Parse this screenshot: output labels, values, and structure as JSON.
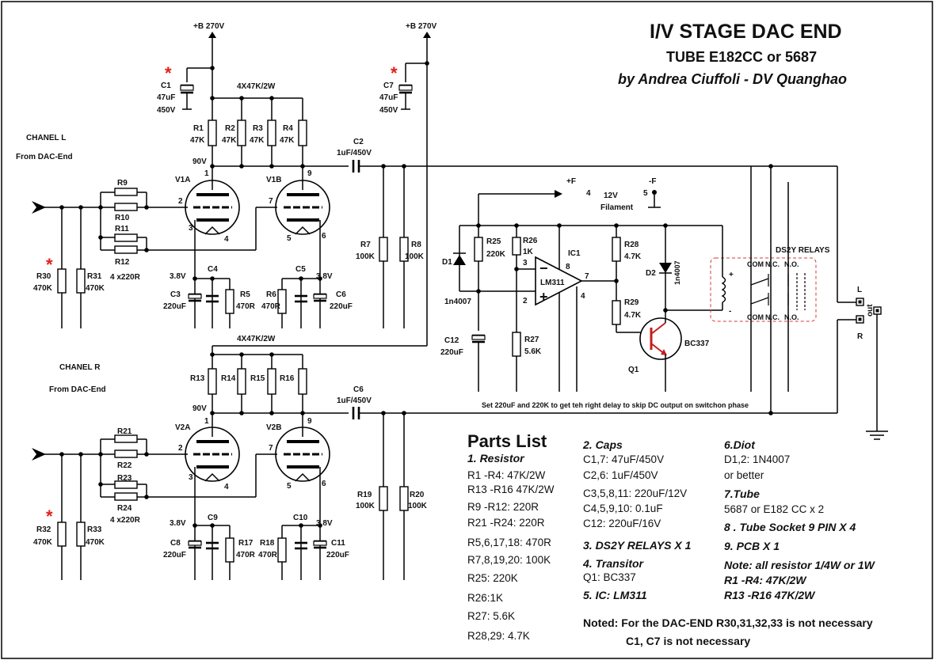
{
  "title": {
    "line1": "I/V STAGE DAC  END",
    "line2": "TUBE E182CC or 5687",
    "line3": "by Andrea Ciuffoli - DV Quanghao"
  },
  "supply": {
    "b_plus_left": "+B 270V",
    "b_plus_right": "+B 270V",
    "pos_f": "+F",
    "pos_f_pin": "4",
    "neg_f": "-F",
    "neg_f_pin": "5",
    "filament": "12V\nFilament"
  },
  "marker_star": "*",
  "channels": {
    "left": {
      "name": "CHANEL L",
      "source": "From DAC-End"
    },
    "right": {
      "name": "CHANEL R",
      "source": "From DAC-End"
    }
  },
  "components": {
    "C1": "C1",
    "C1_val": "47uF\n450V",
    "C7": "C7",
    "C7_val": "47uF\n450V",
    "r_plate_top": "4X47K/2W",
    "r_plate_bot": "4X47K/2W",
    "R1": "R1",
    "R2": "R2",
    "R3": "R3",
    "R4": "R4",
    "R_47k": "47K",
    "R13": "R13",
    "R14": "R14",
    "R15": "R15",
    "R16": "R16",
    "volt_90": "90V",
    "volt_38": "3.8V",
    "C2": "C2",
    "C2_val": "1uF/450V",
    "C6b": "C6",
    "C6b_val": "1uF/450V",
    "V1A": "V1A",
    "V1B": "V1B",
    "V2A": "V2A",
    "V2B": "V2B",
    "R9": "R9",
    "R10": "R10",
    "R11": "R11",
    "R12": "R12",
    "R9_12_val": "4 x220R",
    "R21": "R21",
    "R22": "R22",
    "R23": "R23",
    "R24": "R24",
    "R21_24_val": "4 x220R",
    "R30": "R30",
    "R31": "R31",
    "R32": "R32",
    "R33": "R33",
    "R_470k": "470K",
    "C3": "C3",
    "C4": "C4",
    "C5": "C5",
    "C6": "C6",
    "C_220": "220uF",
    "R5": "R5",
    "R6": "R6",
    "R_470R": "470R",
    "C8": "C8",
    "C9": "C9",
    "C10": "C10",
    "C11": "C11",
    "R17": "R17",
    "R18": "R18",
    "R7": "R7",
    "R8": "R8",
    "R19": "R19",
    "R20": "R20",
    "R_100k": "100K",
    "pin1": "1",
    "pin2": "2",
    "pin3": "3",
    "pin4": "4",
    "pin5": "5",
    "pin6": "6",
    "pin7": "7",
    "pin9": "9",
    "R25": "R25",
    "R25_val": "220K",
    "R26": "R26",
    "R26_val": "1K",
    "R27": "R27",
    "R27_val": "5.6K",
    "R28": "R28",
    "R28_val": "4.7K",
    "R29": "R29",
    "R29_val": "4.7K",
    "D1": "D1",
    "D1_val": "1n4007",
    "D2": "D2",
    "D2_val": "1n4007",
    "C12": "C12",
    "C12_val": "220uF",
    "IC1": "IC1",
    "IC1_name": "LM311",
    "ic_pin8": "8",
    "ic_pin7": "7",
    "ic_pin4": "4",
    "ic_pin3": "3",
    "ic_pin2": "2",
    "ic_minus": "−",
    "ic_plus": "+",
    "Q1": "Q1",
    "Q1_val": "BC337",
    "relays": "DS2Y RELAYS",
    "com": "COM",
    "nc": "N.C.",
    "no": "N.O.",
    "coil_plus": "+",
    "coil_minus": "-",
    "out_l": "L",
    "out_r": "R",
    "out": "out"
  },
  "delay_note": "Set 220uF and 220K to get teh right delay to skip DC output on switchon phase",
  "parts_list": {
    "heading": "Parts List",
    "resistor_heading": "1. Resistor",
    "resistors": [
      "R1 -R4: 47K/2W",
      "R13 -R16 47K/2W",
      "R9 -R12: 220R",
      "R21 -R24: 220R",
      "R5,6,17,18: 470R",
      "R7,8,19,20: 100K",
      "R25: 220K",
      "R26:1K",
      "R27: 5.6K",
      "R28,29: 4.7K"
    ],
    "caps_heading": "2. Caps",
    "caps": [
      "C1,7: 47uF/450V",
      "C2,6: 1uF/450V",
      "C3,5,8,11: 220uF/12V",
      "C4,5,9,10:  0.1uF",
      "C12: 220uF/16V"
    ],
    "relays_heading": "3. DS2Y RELAYS X 1",
    "transistor_heading": "4. Transitor",
    "transistor": "Q1:  BC337",
    "ic_heading": "5. IC: LM311",
    "diode_heading": "6.Diot",
    "diodes": [
      "D1,2: 1N4007",
      "or better"
    ],
    "tube_heading": "7.Tube",
    "tube": "5687 or E182 CC x 2",
    "socket": "8 . Tube Socket 9 PIN X 4",
    "pcb": "9. PCB X 1",
    "notes": [
      "Note: all resistor 1/4W or 1W",
      "R1 -R4: 47K/2W",
      "R13 -R16 47K/2W"
    ]
  },
  "footnote": {
    "line1": "Noted: For the DAC-END R30,31,32,33 is not necessary",
    "line2": "C1, C7 is not necessary"
  }
}
